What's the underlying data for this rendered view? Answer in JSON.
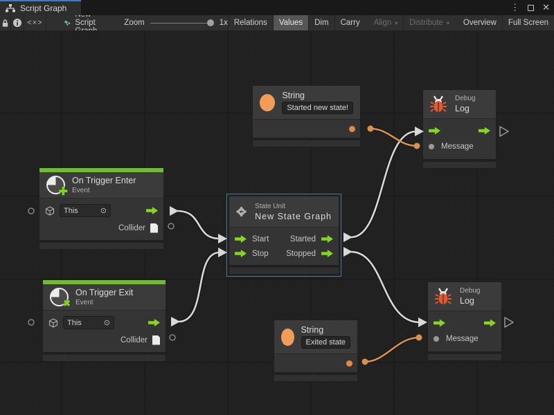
{
  "window": {
    "tab_title": "Script Graph"
  },
  "glyphs": {
    "menu": "⋮",
    "close": "✕",
    "code": "<×>",
    "dropdown_arrow": "▾",
    "target": "⊙",
    "plus_badge": "✚",
    "cross_badge": "✖"
  },
  "toolbar": {
    "graph_name": "New Script Graph",
    "zoom_label": "Zoom",
    "zoom_value": "1x",
    "toggle_buttons": [
      {
        "label": "Relations",
        "active": false
      },
      {
        "label": "Values",
        "active": true
      },
      {
        "label": "Dim",
        "active": false
      },
      {
        "label": "Carry",
        "active": false
      }
    ],
    "dropdown_buttons": [
      {
        "label": "Align",
        "enabled": false
      },
      {
        "label": "Distribute",
        "enabled": false
      }
    ],
    "action_buttons": [
      {
        "label": "Overview"
      },
      {
        "label": "Full Screen"
      }
    ]
  },
  "nodes": {
    "string_top": {
      "title": "String",
      "value": "Started new state!"
    },
    "debug_top": {
      "category": "Debug",
      "title": "Log",
      "input": "Message"
    },
    "trigger_enter": {
      "title": "On Trigger Enter",
      "category": "Event",
      "self_value": "This",
      "output": "Collider"
    },
    "state_unit": {
      "category": "State Unit",
      "title": "New State Graph",
      "inputs": [
        "Start",
        "Stop"
      ],
      "outputs": [
        "Started",
        "Stopped"
      ],
      "selected": true
    },
    "trigger_exit": {
      "title": "On Trigger Exit",
      "category": "Event",
      "self_value": "This",
      "output": "Collider"
    },
    "string_bottom": {
      "title": "String",
      "value": "Exited state"
    },
    "debug_bottom": {
      "category": "Debug",
      "title": "Log",
      "input": "Message"
    }
  },
  "colors": {
    "flow_green": "#84d71e",
    "event_green": "#6fbe2e",
    "value_orange": "#f29c59",
    "wire_orange": "#d9904f",
    "selection_blue": "#4e7c99",
    "tab_accent": "#3d7cc2"
  }
}
